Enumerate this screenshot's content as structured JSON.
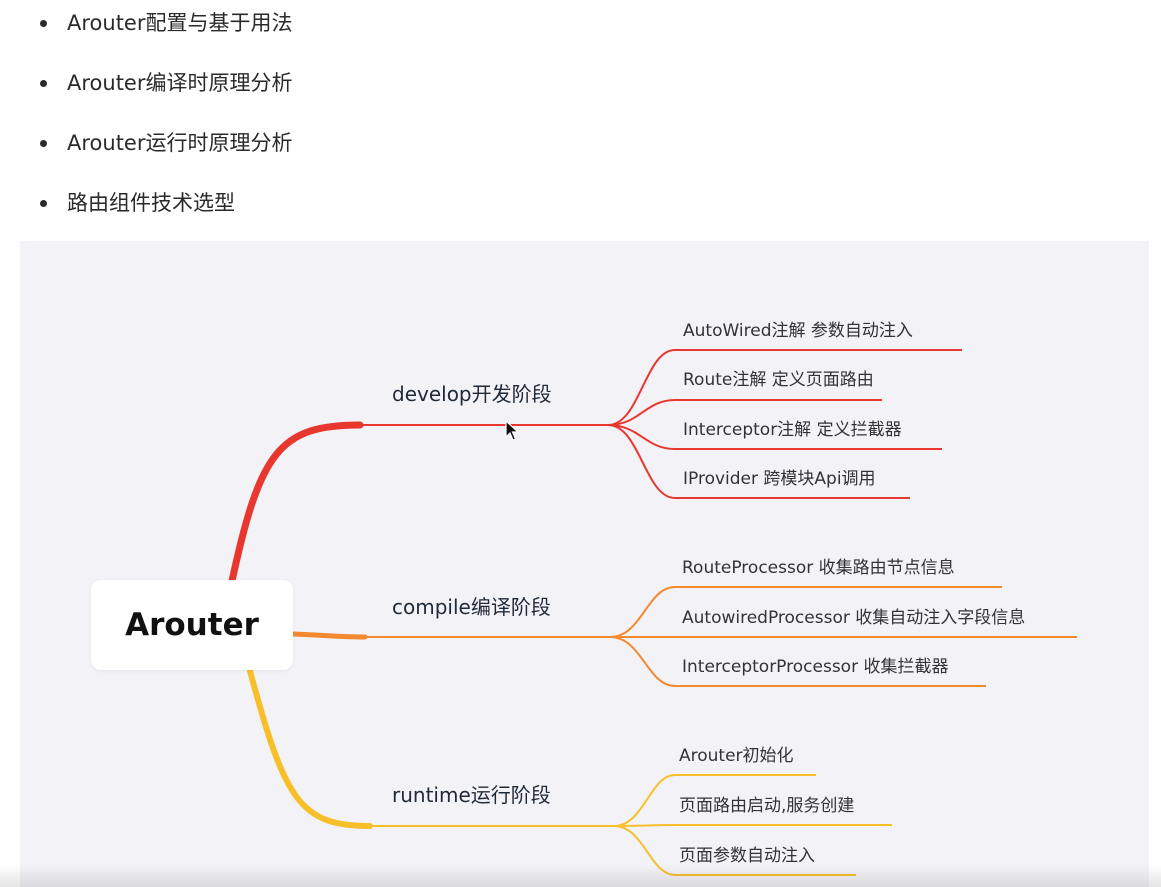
{
  "bullets": [
    "Arouter配置与基于用法",
    "Arouter编译时原理分析",
    "Arouter运行时原理分析",
    "路由组件技术选型"
  ],
  "mindmap": {
    "root": "Arouter",
    "branches": [
      {
        "label": "develop开发阶段",
        "color": "#e8372e",
        "children": [
          "AutoWired注解  参数自动注入",
          "Route注解 定义页面路由",
          "Interceptor注解  定义拦截器",
          "IProvider 跨模块Api调用"
        ]
      },
      {
        "label": "compile编译阶段",
        "color": "#f2892f",
        "children": [
          "RouteProcessor  收集路由节点信息",
          "AutowiredProcessor 收集自动注入字段信息",
          "InterceptorProcessor 收集拦截器"
        ]
      },
      {
        "label": "runtime运行阶段",
        "color": "#f7bf2a",
        "children": [
          "Arouter初始化",
          "页面路由启动,服务创建",
          "页面参数自动注入"
        ]
      }
    ]
  }
}
